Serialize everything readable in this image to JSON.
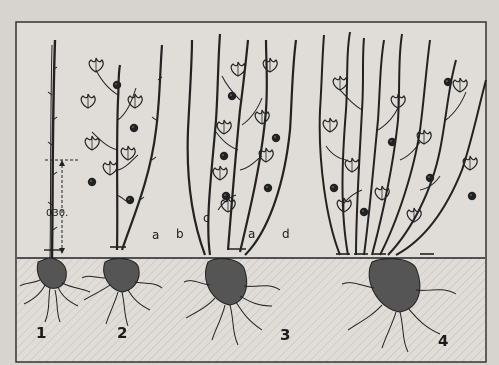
{
  "figure": {
    "measurement": "030.",
    "stages": [
      {
        "number": "1"
      },
      {
        "number": "2",
        "cane_labels": [
          "a"
        ]
      },
      {
        "number": "3",
        "cane_labels": [
          "b",
          "c",
          "a",
          "d"
        ]
      },
      {
        "number": "4"
      }
    ]
  }
}
